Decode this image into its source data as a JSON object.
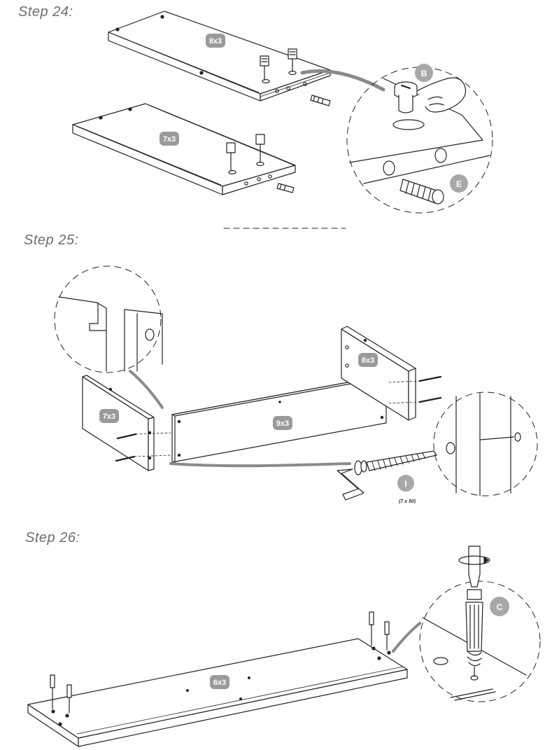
{
  "steps": [
    {
      "title": "Step 24:",
      "panels": [
        {
          "badge": "8x3"
        },
        {
          "badge": "7x3"
        }
      ],
      "detail_callouts": [
        {
          "letter": "B"
        },
        {
          "letter": "E"
        }
      ]
    },
    {
      "title": "Step 25:",
      "panels": [
        {
          "badge": "7x3"
        },
        {
          "badge": "9x3"
        },
        {
          "badge": "8x3"
        }
      ],
      "detail_callouts": [
        {
          "letter": "I",
          "note": "(7 x 50)"
        }
      ]
    },
    {
      "title": "Step 26:",
      "panels": [
        {
          "badge": "6x3"
        }
      ],
      "detail_callouts": [
        {
          "letter": "C"
        }
      ]
    }
  ],
  "colors": {
    "line": "#222222",
    "badge": "#9a9a9a",
    "callout": "#a8a8a8",
    "panel_fill": "#ffffff",
    "leader": "#8a8a8a"
  }
}
